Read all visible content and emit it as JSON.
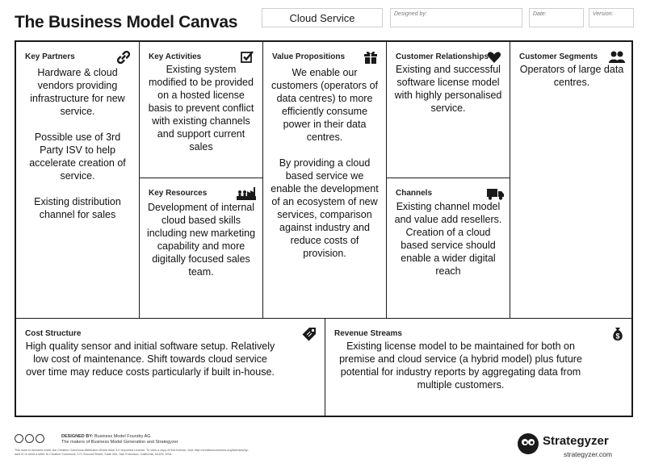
{
  "page": {
    "title": "The Business Model Canvas"
  },
  "header": {
    "for_value": "Cloud Service",
    "designed_by_label": "Designed by:",
    "date_label": "Date:",
    "version_label": "Version:"
  },
  "blocks": {
    "key_partners": {
      "label": "Key Partners",
      "icon": "link-icon",
      "paragraphs": [
        "Hardware & cloud vendors providing infrastructure for new service.",
        "Possible use of 3rd Party ISV to help accelerate creation of service.",
        "Existing distribution channel for sales"
      ]
    },
    "key_activities": {
      "label": "Key Activities",
      "icon": "checkbox-icon",
      "paragraphs": [
        "Existing system modified to be provided on a hosted license basis to prevent conflict with existing channels and support current sales"
      ]
    },
    "key_resources": {
      "label": "Key Resources",
      "icon": "factory-workers-icon",
      "paragraphs": [
        "Development of internal cloud based skills including new marketing capability and more digitally focused sales team."
      ]
    },
    "value_propositions": {
      "label": "Value Propositions",
      "icon": "gift-icon",
      "paragraphs": [
        "We enable our customers (operators of data centres) to more efficiently consume power in their data centres.",
        "By providing a cloud based service we enable the development of an ecosystem of new services, comparison against industry and reduce costs of provision."
      ]
    },
    "customer_relationships": {
      "label": "Customer Relationships",
      "icon": "heart-icon",
      "paragraphs": [
        "Existing and successful software license model with highly personalised service."
      ]
    },
    "channels": {
      "label": "Channels",
      "icon": "truck-icon",
      "paragraphs": [
        "Existing channel model and value add resellers. Creation of a cloud based service should enable a wider digital reach"
      ]
    },
    "customer_segments": {
      "label": "Customer Segments",
      "icon": "people-icon",
      "paragraphs": [
        "Operators of large data centres."
      ]
    },
    "cost_structure": {
      "label": "Cost Structure",
      "icon": "price-tag-icon",
      "paragraphs": [
        "High quality sensor and initial software setup. Relatively low cost of maintenance. Shift towards cloud service over time may reduce costs particularly if built in-house."
      ]
    },
    "revenue_streams": {
      "label": "Revenue Streams",
      "icon": "money-bag-icon",
      "paragraphs": [
        "Existing license model to be maintained for both on premise and cloud service (a hybrid model) plus future potential for industry reports by aggregating data from multiple customers."
      ]
    }
  },
  "footer": {
    "designed_by_prefix": "DESIGNED BY:",
    "designed_by_name": "Business Model Foundry AG",
    "designed_by_sub": "The makers of Business Model Generation and Strategyzer",
    "license_text": "This work is licensed under the Creative Commons Attribution-Share Alike 3.0 Unported License. To view a copy of this license, visit: http://creativecommons.org/licenses/by-sa/3.0/ or send a letter to Creative Commons, 171 Second Street, Suite 300, San Francisco, California, 94105, USA.",
    "brand": "Strategyzer",
    "brand_url": "strategyzer.com"
  }
}
